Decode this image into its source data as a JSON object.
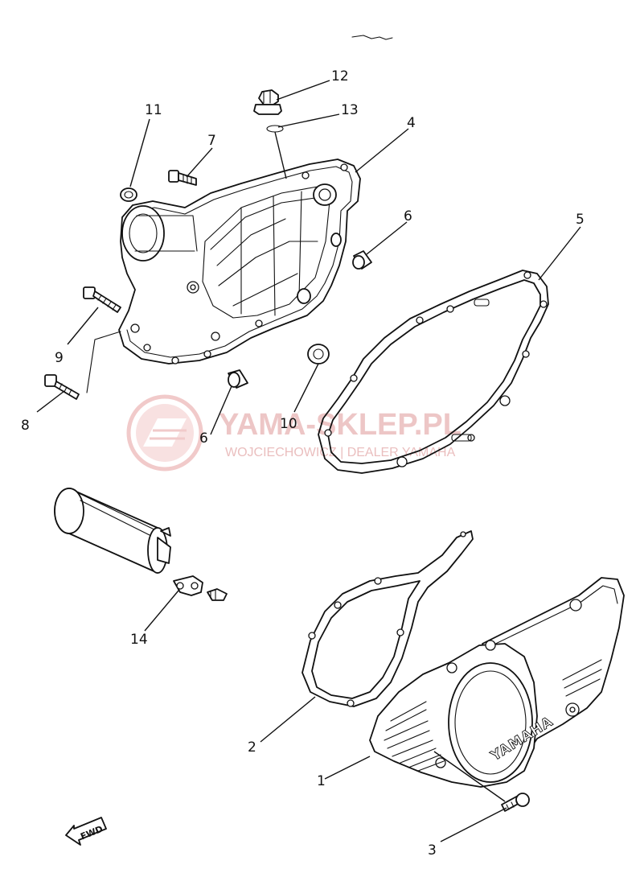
{
  "diagram": {
    "labels": {
      "p1": "1",
      "p2": "2",
      "p3": "3",
      "p4": "4",
      "p5": "5",
      "p6a": "6",
      "p6b": "6",
      "p7": "7",
      "p8": "8",
      "p9": "9",
      "p10": "10",
      "p11": "11",
      "p12": "12",
      "p13": "13",
      "p14": "14"
    },
    "cover_brand": "YAMAHA",
    "fwd_arrow": "FWD"
  },
  "watermark": {
    "title": "YAMA-SKLEP.PL",
    "subtitle": "WOJCIECHOWICZ | DEALER YAMAHA",
    "color": "#e7b3b3"
  }
}
